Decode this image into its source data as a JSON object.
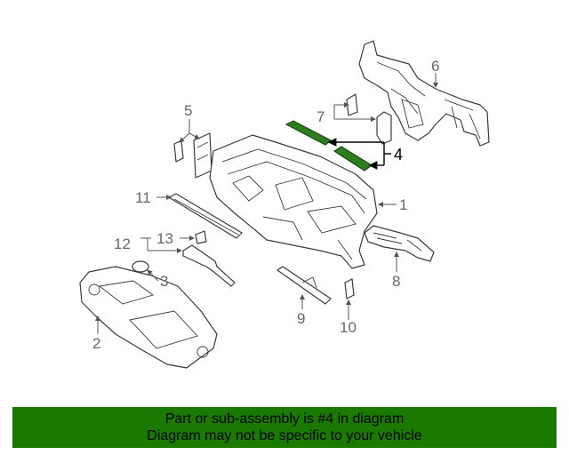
{
  "callouts": {
    "c1": "1",
    "c2": "2",
    "c3": "3",
    "c4": "4",
    "c5": "5",
    "c6": "6",
    "c7": "7",
    "c8": "8",
    "c9": "9",
    "c10": "10",
    "c11": "11",
    "c12": "12",
    "c13": "13"
  },
  "highlight_color": "#2e7d1e",
  "banner": {
    "line1": "Part or sub-assembly is #4 in diagram",
    "line2": "Diagram may not be specific to your vehicle",
    "background": "#1a7a00"
  }
}
